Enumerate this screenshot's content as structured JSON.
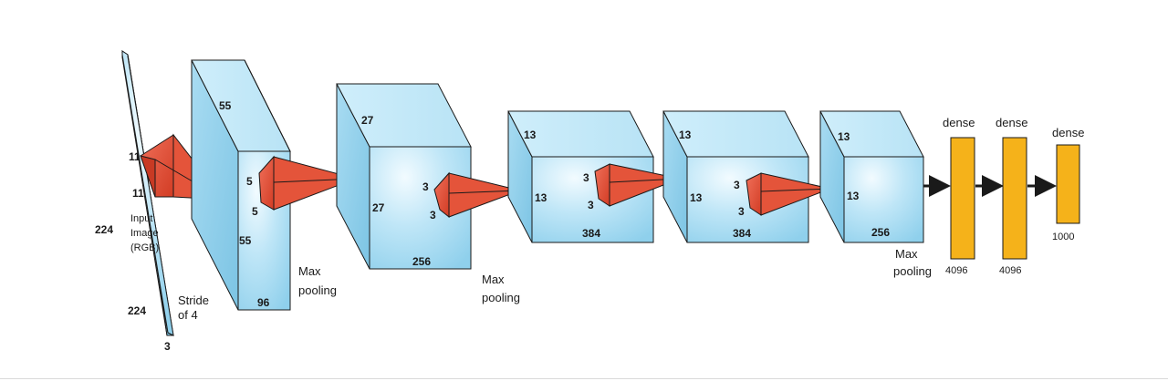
{
  "input": {
    "size_a": "224",
    "size_b": "224",
    "depth": "3",
    "label_lines": [
      "Input",
      "Image",
      "(RGB)"
    ],
    "kernel_a": "11",
    "kernel_b": "11",
    "stride_lines": [
      "Stride",
      "of 4"
    ]
  },
  "conv1": {
    "size_top": "55",
    "size_side": "55",
    "depth": "96",
    "kernel_a": "5",
    "kernel_b": "5",
    "pool_lines": [
      "Max",
      "pooling"
    ]
  },
  "conv2": {
    "size_top": "27",
    "size_side": "27",
    "depth": "256",
    "kernel_a": "3",
    "kernel_b": "3",
    "pool_lines": [
      "Max",
      "pooling"
    ]
  },
  "conv3": {
    "size_top": "13",
    "size_side": "13",
    "depth": "384",
    "kernel_a": "3",
    "kernel_b": "3"
  },
  "conv4": {
    "size_top": "13",
    "size_side": "13",
    "depth": "384",
    "kernel_a": "3",
    "kernel_b": "3"
  },
  "conv5": {
    "size_top": "13",
    "size_side": "13",
    "depth": "256",
    "pool_lines": [
      "Max",
      "pooling"
    ]
  },
  "dense": [
    {
      "title": "dense",
      "units": "4096"
    },
    {
      "title": "dense",
      "units": "4096"
    },
    {
      "title": "dense",
      "units": "1000"
    }
  ],
  "colors": {
    "block_face": "#aee0f5",
    "block_top": "#d2effb",
    "block_side": "#86cbe9",
    "edge": "#1a1a1a",
    "kernel": "#e4543a",
    "kernel_dark": "#b83220",
    "dense_fill": "#f5b21a"
  }
}
